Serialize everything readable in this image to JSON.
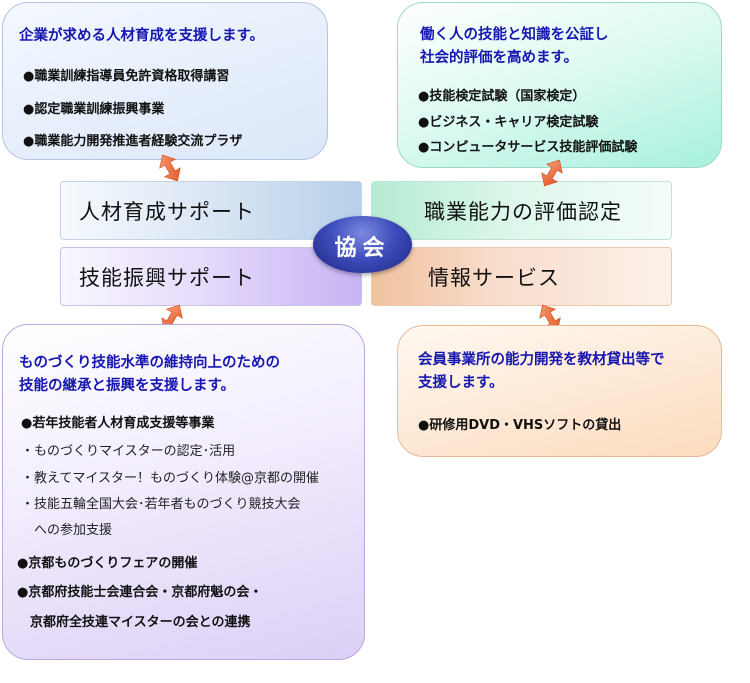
{
  "hub": {
    "label": "協会"
  },
  "center_bars": {
    "hr_support": "人材育成サポート",
    "skill_promotion": "技能振興サポート",
    "evaluation": "職業能力の評価認定",
    "info_service": "情報サービス"
  },
  "top_left": {
    "heading": "企業が求める人材育成を支援します。",
    "items": [
      "●職業訓練指導員免許資格取得講習",
      "●認定職業訓練振興事業",
      "●職業能力開発推進者経験交流プラザ"
    ]
  },
  "top_right": {
    "heading_lines": [
      "働く人の技能と知識を公証し",
      "社会的評価を高めます。"
    ],
    "items": [
      "●技能検定試験（国家検定）",
      "●ビジネス・キャリア検定試験",
      "●コンピュータサービス技能評価試験"
    ]
  },
  "bottom_left": {
    "heading_lines": [
      "ものづくり技能水準の維持向上のための",
      "技能の継承と振興を支援します。"
    ],
    "item_youth": "●若年技能者人材育成支援等事業",
    "sub_items": [
      "・ものづくりマイスターの認定･活用",
      "・教えてマイスター！ものづくり体験@京都の開催",
      "・技能五輪全国大会･若年者ものづくり競技大会",
      "　への参加支援"
    ],
    "item_fair": "●京都ものづくりフェアの開催",
    "item_federation_lines": [
      "●京都府技能士会連合会・京都府魁の会・",
      "　京都府全技連マイスターの会との連携"
    ]
  },
  "bottom_right": {
    "heading_lines": [
      "会員事業所の能力開発を教材貸出等で",
      "支援します。"
    ],
    "items": [
      "●研修用DVD・VHSソフトの貸出"
    ]
  },
  "colors": {
    "heading_text": "#1616b0",
    "hub": "#2d3aa8",
    "arrow_dark": "#e0531f",
    "arrow_light": "#f7a07a"
  },
  "icons": {
    "connector": "double-arrow"
  }
}
